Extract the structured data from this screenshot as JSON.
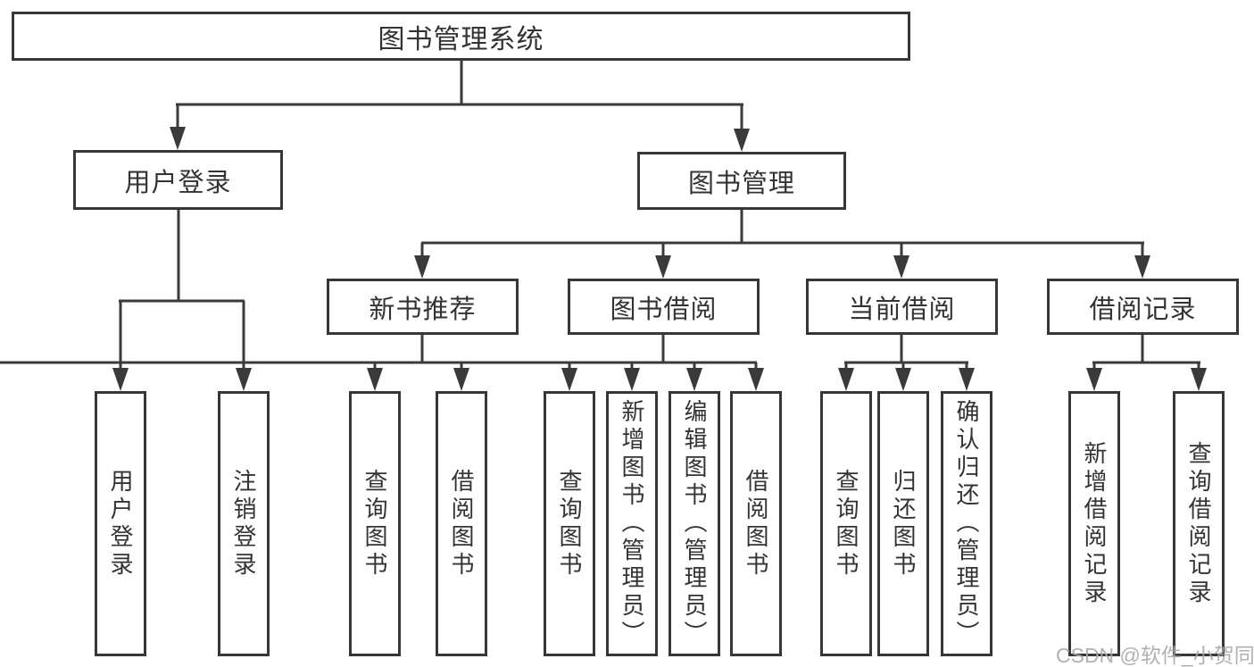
{
  "diagram": {
    "type": "hierarchy-tree",
    "colors": {
      "line": "#3a3a3a",
      "box_border": "#373737",
      "text": "#333333",
      "background": "#ffffff",
      "watermark": "#a8a8a8"
    },
    "watermark": "CSDN @软件_小贺同学",
    "nodes": {
      "root": {
        "label": "图书管理系统"
      },
      "user_login": {
        "label": "用户登录"
      },
      "book_mgmt": {
        "label": "图书管理"
      },
      "new_book_rec": {
        "label": "新书推荐"
      },
      "book_borrow": {
        "label": "图书借阅"
      },
      "current_borrow": {
        "label": "当前借阅"
      },
      "borrow_records": {
        "label": "借阅记录"
      },
      "leaf_user_login": {
        "label": "用户登录"
      },
      "leaf_logout": {
        "label": "注销登录"
      },
      "leaf_rec_query": {
        "label": "查询图书"
      },
      "leaf_rec_borrow": {
        "label": "借阅图书"
      },
      "leaf_bor_query": {
        "label": "查询图书"
      },
      "leaf_bor_add": {
        "label": "新增图书（管理员）"
      },
      "leaf_bor_edit": {
        "label": "编辑图书（管理员）"
      },
      "leaf_bor_borrow": {
        "label": "借阅图书"
      },
      "leaf_cur_query": {
        "label": "查询图书"
      },
      "leaf_cur_return": {
        "label": "归还图书"
      },
      "leaf_cur_confirm": {
        "label": "确认归还（管理员）"
      },
      "leaf_record_add": {
        "label": "新增借阅记录"
      },
      "leaf_record_query": {
        "label": "查询借阅记录"
      }
    },
    "tree": {
      "图书管理系统": {
        "用户登录": [
          "用户登录",
          "注销登录"
        ],
        "图书管理": {
          "新书推荐": [
            "查询图书",
            "借阅图书"
          ],
          "图书借阅": [
            "查询图书",
            "新增图书（管理员）",
            "编辑图书（管理员）",
            "借阅图书"
          ],
          "当前借阅": [
            "查询图书",
            "归还图书",
            "确认归还（管理员）"
          ],
          "借阅记录": [
            "新增借阅记录",
            "查询借阅记录"
          ]
        }
      }
    }
  }
}
